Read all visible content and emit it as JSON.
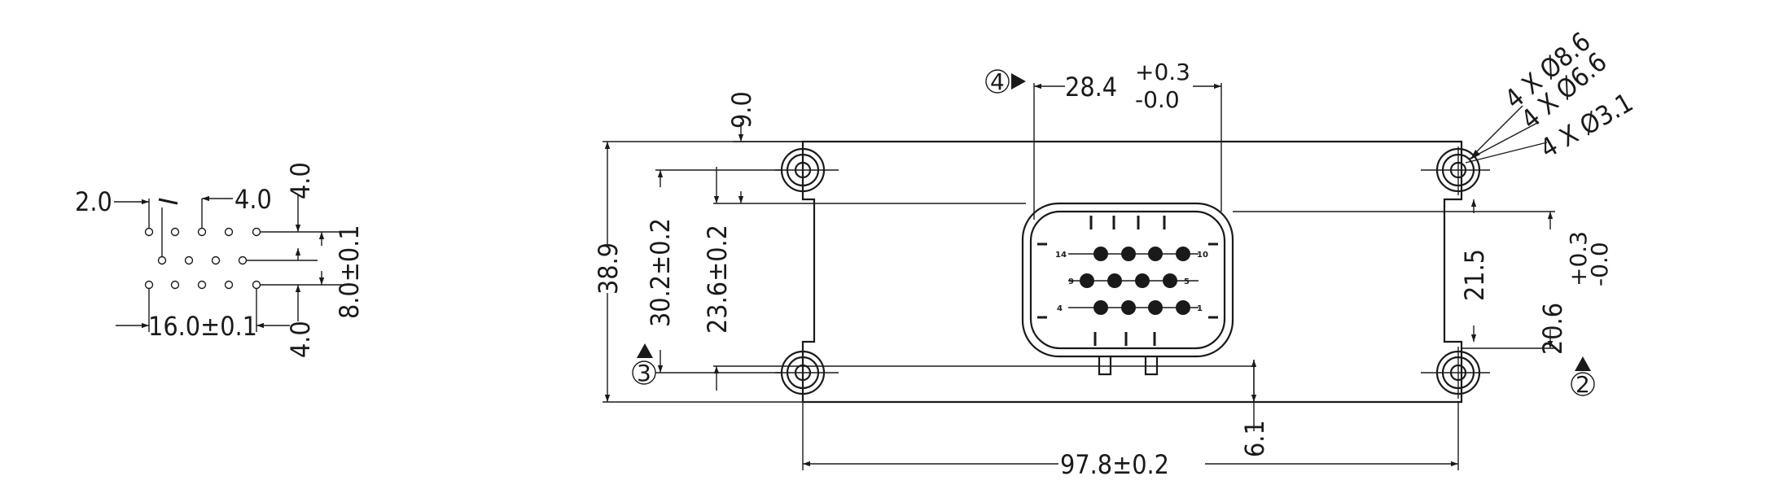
{
  "left_view": {
    "dims": {
      "pitch_small": "2.0",
      "pitch_large": "4.0",
      "row_pitch_top": "4.0",
      "row_spacing": "8.0±0.1",
      "row_pitch_bottom": "4.0",
      "width": "16.0±0.1"
    }
  },
  "main_view": {
    "dims": {
      "overall_height": "38.9",
      "hole_vertical_span": "30.2±0.2",
      "inner_height": "23.6±0.2",
      "top_offset": "9.0",
      "connector_width_value": "28.4",
      "connector_width_tol_plus": "+0.3",
      "connector_width_tol_minus": "-0.0",
      "slot_height": "21.5",
      "right_height_value": "20.6",
      "right_height_tol_plus": "+0.3",
      "right_height_tol_minus": "-0.0",
      "bottom_offset": "6.1",
      "overall_width": "97.8±0.2"
    },
    "hole_callouts": [
      "4 X Ø8.6",
      "4 X Ø6.6",
      "4 X Ø3.1"
    ],
    "datum_markers": [
      "3",
      "2",
      "4"
    ],
    "pin_labels": [
      "14",
      "10",
      "9",
      "5",
      "4",
      "1"
    ]
  }
}
